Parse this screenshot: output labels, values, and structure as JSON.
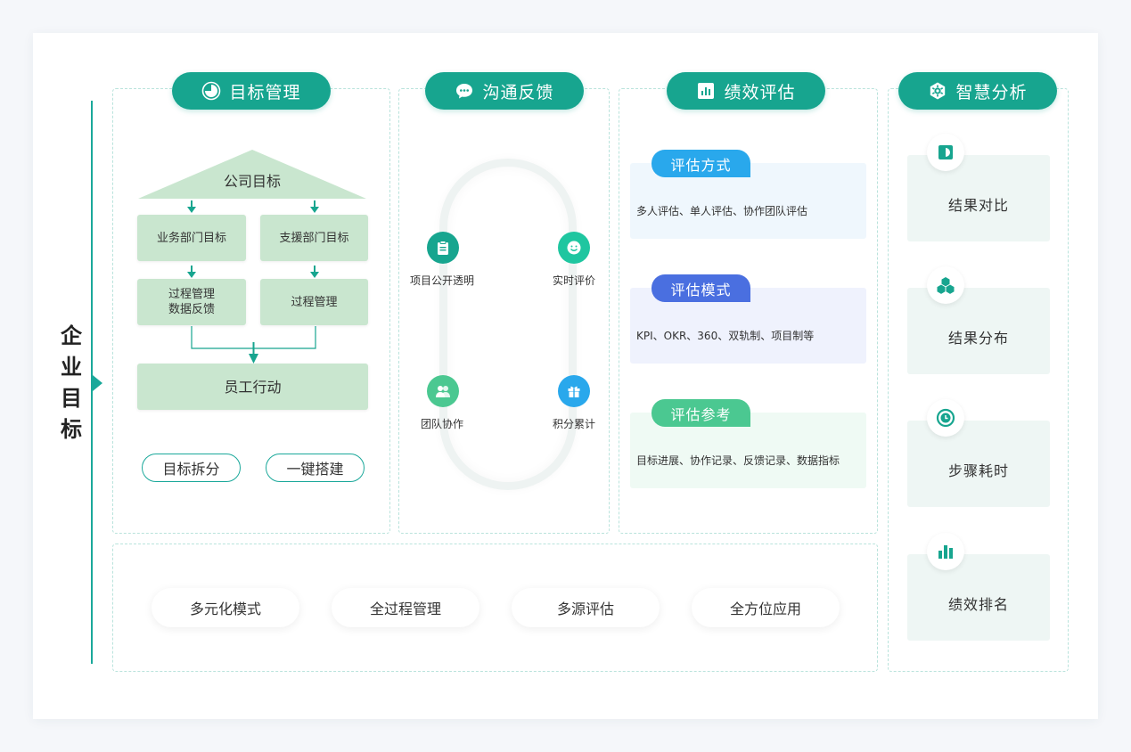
{
  "side_label": "企业目标",
  "colors": {
    "teal": "#17a58f",
    "green_box": "#c9e6cf",
    "blue_tag": "#29a8ec",
    "indigo_tag": "#4a6fe0",
    "green_tag": "#4bc891"
  },
  "goal": {
    "header": "目标管理",
    "header_icon": "pie-chart-icon",
    "company": "公司目标",
    "business_dept": "业务部门目标",
    "support_dept": "支援部门目标",
    "process_data": "过程管理\n数据反馈",
    "process": "过程管理",
    "employee": "员工行动",
    "btn_split": "目标拆分",
    "btn_build": "一键搭建"
  },
  "comm": {
    "header": "沟通反馈",
    "header_icon": "chat-bubble-icon",
    "items": [
      {
        "label": "项目公开透明",
        "icon": "clipboard-icon",
        "color": "#17a58f"
      },
      {
        "label": "实时评价",
        "icon": "smile-icon",
        "color": "#1fc6a0"
      },
      {
        "label": "团队协作",
        "icon": "team-icon",
        "color": "#4bc891"
      },
      {
        "label": "积分累计",
        "icon": "gift-icon",
        "color": "#29a8ec"
      }
    ]
  },
  "perf": {
    "header": "绩效评估",
    "header_icon": "bar-chart-icon",
    "sections": [
      {
        "tag": "评估方式",
        "text": "多人评估、单人评估、协作团队评估"
      },
      {
        "tag": "评估模式",
        "text": "KPI、OKR、360、双轨制、项目制等"
      },
      {
        "tag": "评估参考",
        "text": "目标进展、协作记录、反馈记录、数据指标"
      }
    ]
  },
  "bottom": [
    "多元化模式",
    "全过程管理",
    "多源评估",
    "全方位应用"
  ],
  "analysis": {
    "header": "智慧分析",
    "header_icon": "hexagon-gear-icon",
    "items": [
      {
        "label": "结果对比",
        "icon": "compare-icon"
      },
      {
        "label": "结果分布",
        "icon": "distribution-icon"
      },
      {
        "label": "步骤耗时",
        "icon": "clock-icon"
      },
      {
        "label": "绩效排名",
        "icon": "ranking-icon"
      }
    ]
  }
}
